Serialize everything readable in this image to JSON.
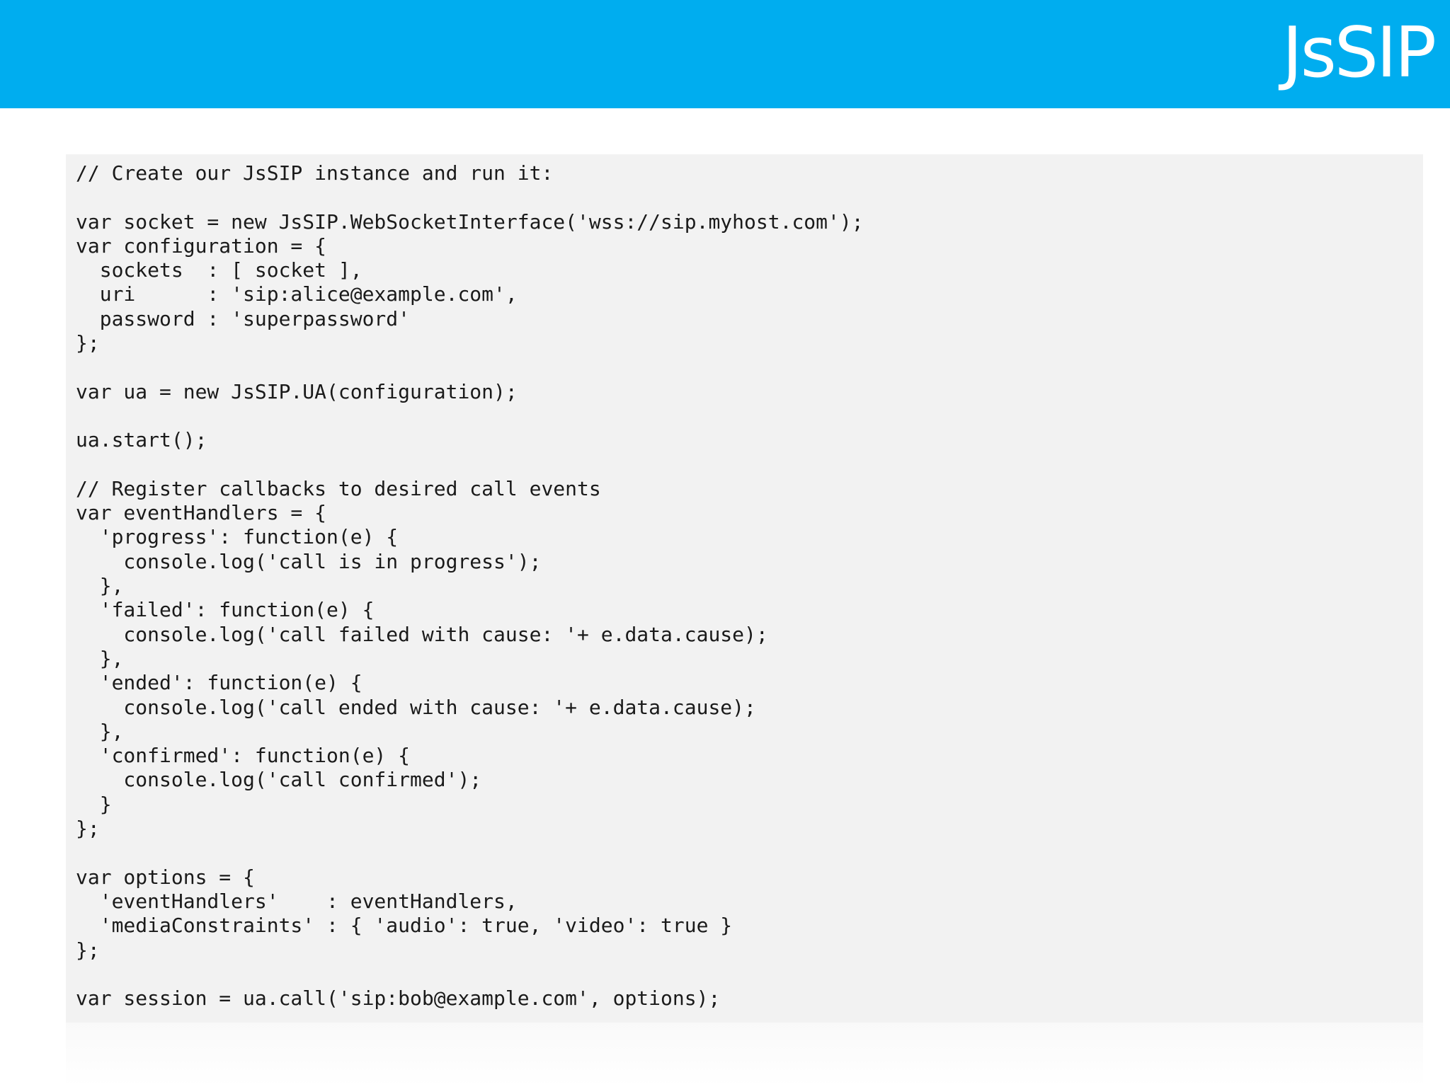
{
  "slide": {
    "title": "JsSIP"
  },
  "code": {
    "lines": [
      "// Create our JsSIP instance and run it:",
      "",
      "var socket = new JsSIP.WebSocketInterface('wss://sip.myhost.com');",
      "var configuration = {",
      "  sockets  : [ socket ],",
      "  uri      : 'sip:alice@example.com',",
      "  password : 'superpassword'",
      "};",
      "",
      "var ua = new JsSIP.UA(configuration);",
      "",
      "ua.start();",
      "",
      "// Register callbacks to desired call events",
      "var eventHandlers = {",
      "  'progress': function(e) {",
      "    console.log('call is in progress');",
      "  },",
      "  'failed': function(e) {",
      "    console.log('call failed with cause: '+ e.data.cause);",
      "  },",
      "  'ended': function(e) {",
      "    console.log('call ended with cause: '+ e.data.cause);",
      "  },",
      "  'confirmed': function(e) {",
      "    console.log('call confirmed');",
      "  }",
      "};",
      "",
      "var options = {",
      "  'eventHandlers'    : eventHandlers,",
      "  'mediaConstraints' : { 'audio': true, 'video': true }",
      "};",
      "",
      "var session = ua.call('sip:bob@example.com', options);"
    ]
  }
}
